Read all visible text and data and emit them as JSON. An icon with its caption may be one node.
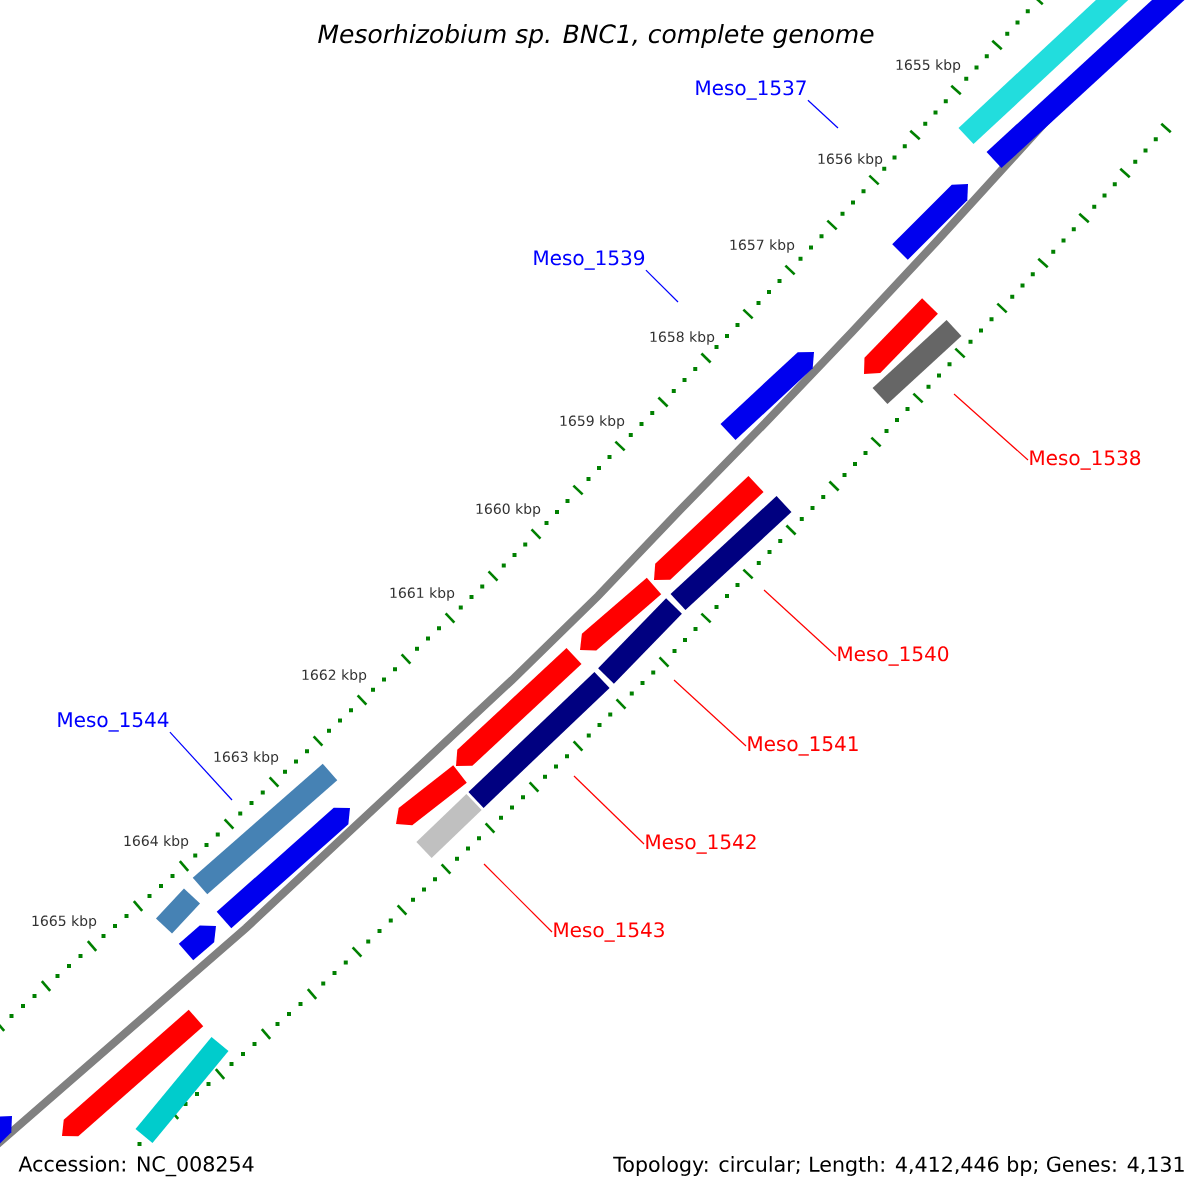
{
  "diagram": {
    "title": "Mesorhizobium sp. BNC1, complete genome",
    "nodes": [
      {
        "text": [
          "Meso_1537"
        ]
      },
      {
        "text": [
          "Meso_1539"
        ]
      },
      {
        "text": [
          "Meso_1538"
        ]
      },
      {
        "text": [
          "Meso_1540"
        ]
      },
      {
        "text": [
          "Meso_1544"
        ]
      },
      {
        "text": [
          "Meso_1541"
        ]
      },
      {
        "text": [
          "Meso_1542"
        ]
      },
      {
        "text": [
          "Meso_1543"
        ]
      }
    ],
    "edges": [
      {
        "from": 0,
        "to": null,
        "arrow": "none",
        "color": "#0000ff"
      },
      {
        "from": 1,
        "to": null,
        "arrow": "none",
        "color": "#0000ff"
      },
      {
        "from": 2,
        "to": null,
        "arrow": "none",
        "color": "#ff0000"
      },
      {
        "from": 3,
        "to": null,
        "arrow": "none",
        "color": "#ff0000"
      },
      {
        "from": 4,
        "to": null,
        "arrow": "none",
        "color": "#0000ff"
      },
      {
        "from": 5,
        "to": null,
        "arrow": "none",
        "color": "#ff0000"
      },
      {
        "from": 6,
        "to": null,
        "arrow": "none",
        "color": "#ff0000"
      },
      {
        "from": 7,
        "to": null,
        "arrow": "none",
        "color": "#ff0000"
      }
    ],
    "labels": [
      "1655 kbp",
      "1656 kbp",
      "1657 kbp",
      "1658 kbp",
      "1659 kbp",
      "1660 kbp",
      "1661 kbp",
      "1662 kbp",
      "1663 kbp",
      "1664 kbp",
      "1665 kbp",
      "Accession: NC_008254",
      "Topology: circular; Length: 4,412,446 bp; Genes: 4,131"
    ]
  }
}
